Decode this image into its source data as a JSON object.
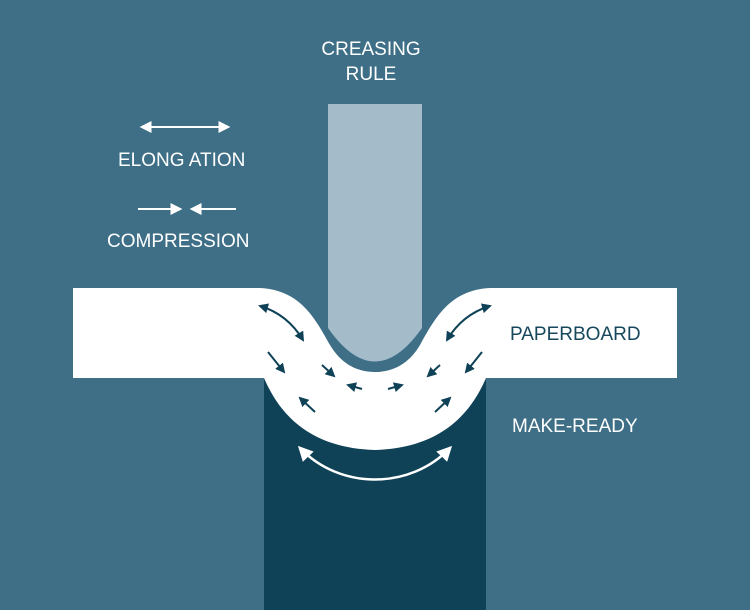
{
  "labels": {
    "creasing_rule_line1": "CREASING",
    "creasing_rule_line2": "RULE",
    "elongation": "ELONG ATION",
    "compression": "COMPRESSION",
    "paperboard": "PAPERBOARD",
    "make_ready": "MAKE-READY"
  },
  "colors": {
    "background": "#3e6f86",
    "creasing_rule": "#a4bcca",
    "make_ready": "#0f4257",
    "paperboard": "#ffffff",
    "arrow_dark": "#0f4257",
    "arrow_light": "#ffffff"
  }
}
